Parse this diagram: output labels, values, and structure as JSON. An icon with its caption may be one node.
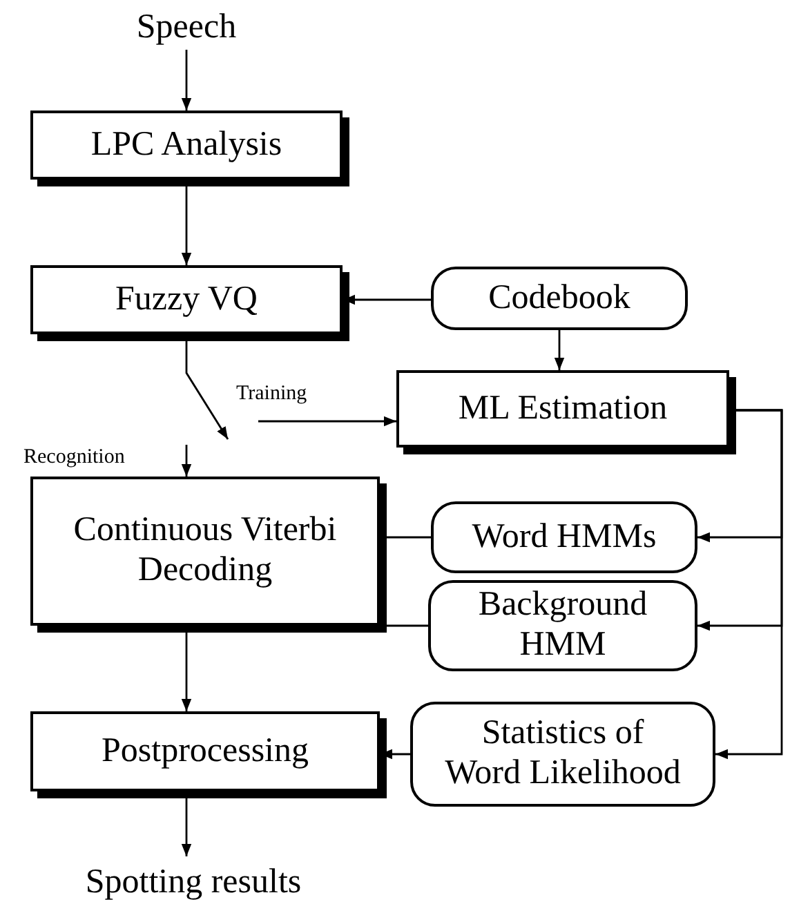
{
  "diagram": {
    "nodes": [
      {
        "text": [
          "Speech"
        ]
      },
      {
        "text": [
          "LPC Analysis"
        ]
      },
      {
        "text": [
          "Fuzzy VQ"
        ]
      },
      {
        "text": [
          "Codebook"
        ]
      },
      {
        "text": [
          "ML Estimation"
        ]
      },
      {
        "text": [
          "Word HMMs"
        ]
      },
      {
        "text": [
          "Background HMM"
        ]
      },
      {
        "text": [
          "Continuous Viterbi Decoding"
        ]
      },
      {
        "text": [
          "Postprocessing"
        ]
      },
      {
        "text": [
          "Statistics of Word Likelihood"
        ]
      },
      {
        "text": [
          "Spotting results"
        ]
      }
    ],
    "edges": [
      {
        "from": 0,
        "to": 1,
        "arrow": "to"
      },
      {
        "from": 1,
        "to": 2,
        "arrow": "to"
      },
      {
        "from": 3,
        "to": 2,
        "arrow": "to"
      },
      {
        "from": 3,
        "to": 4,
        "arrow": "to"
      },
      {
        "from": 2,
        "to": null,
        "arrow": "to"
      },
      {
        "from": null,
        "to": 4,
        "arrow": "to",
        "label": "Training"
      },
      {
        "from": null,
        "to": 7,
        "arrow": "to",
        "label": "Recognition"
      },
      {
        "from": 5,
        "to": 7,
        "arrow": "none"
      },
      {
        "from": 6,
        "to": 7,
        "arrow": "none"
      },
      {
        "from": 4,
        "to": 5,
        "arrow": "to"
      },
      {
        "from": 4,
        "to": 6,
        "arrow": "to"
      },
      {
        "from": 4,
        "to": 9,
        "arrow": "to"
      },
      {
        "from": 7,
        "to": 8,
        "arrow": "to"
      },
      {
        "from": 9,
        "to": 8,
        "arrow": "to"
      },
      {
        "from": 8,
        "to": 10,
        "arrow": "to"
      }
    ]
  }
}
